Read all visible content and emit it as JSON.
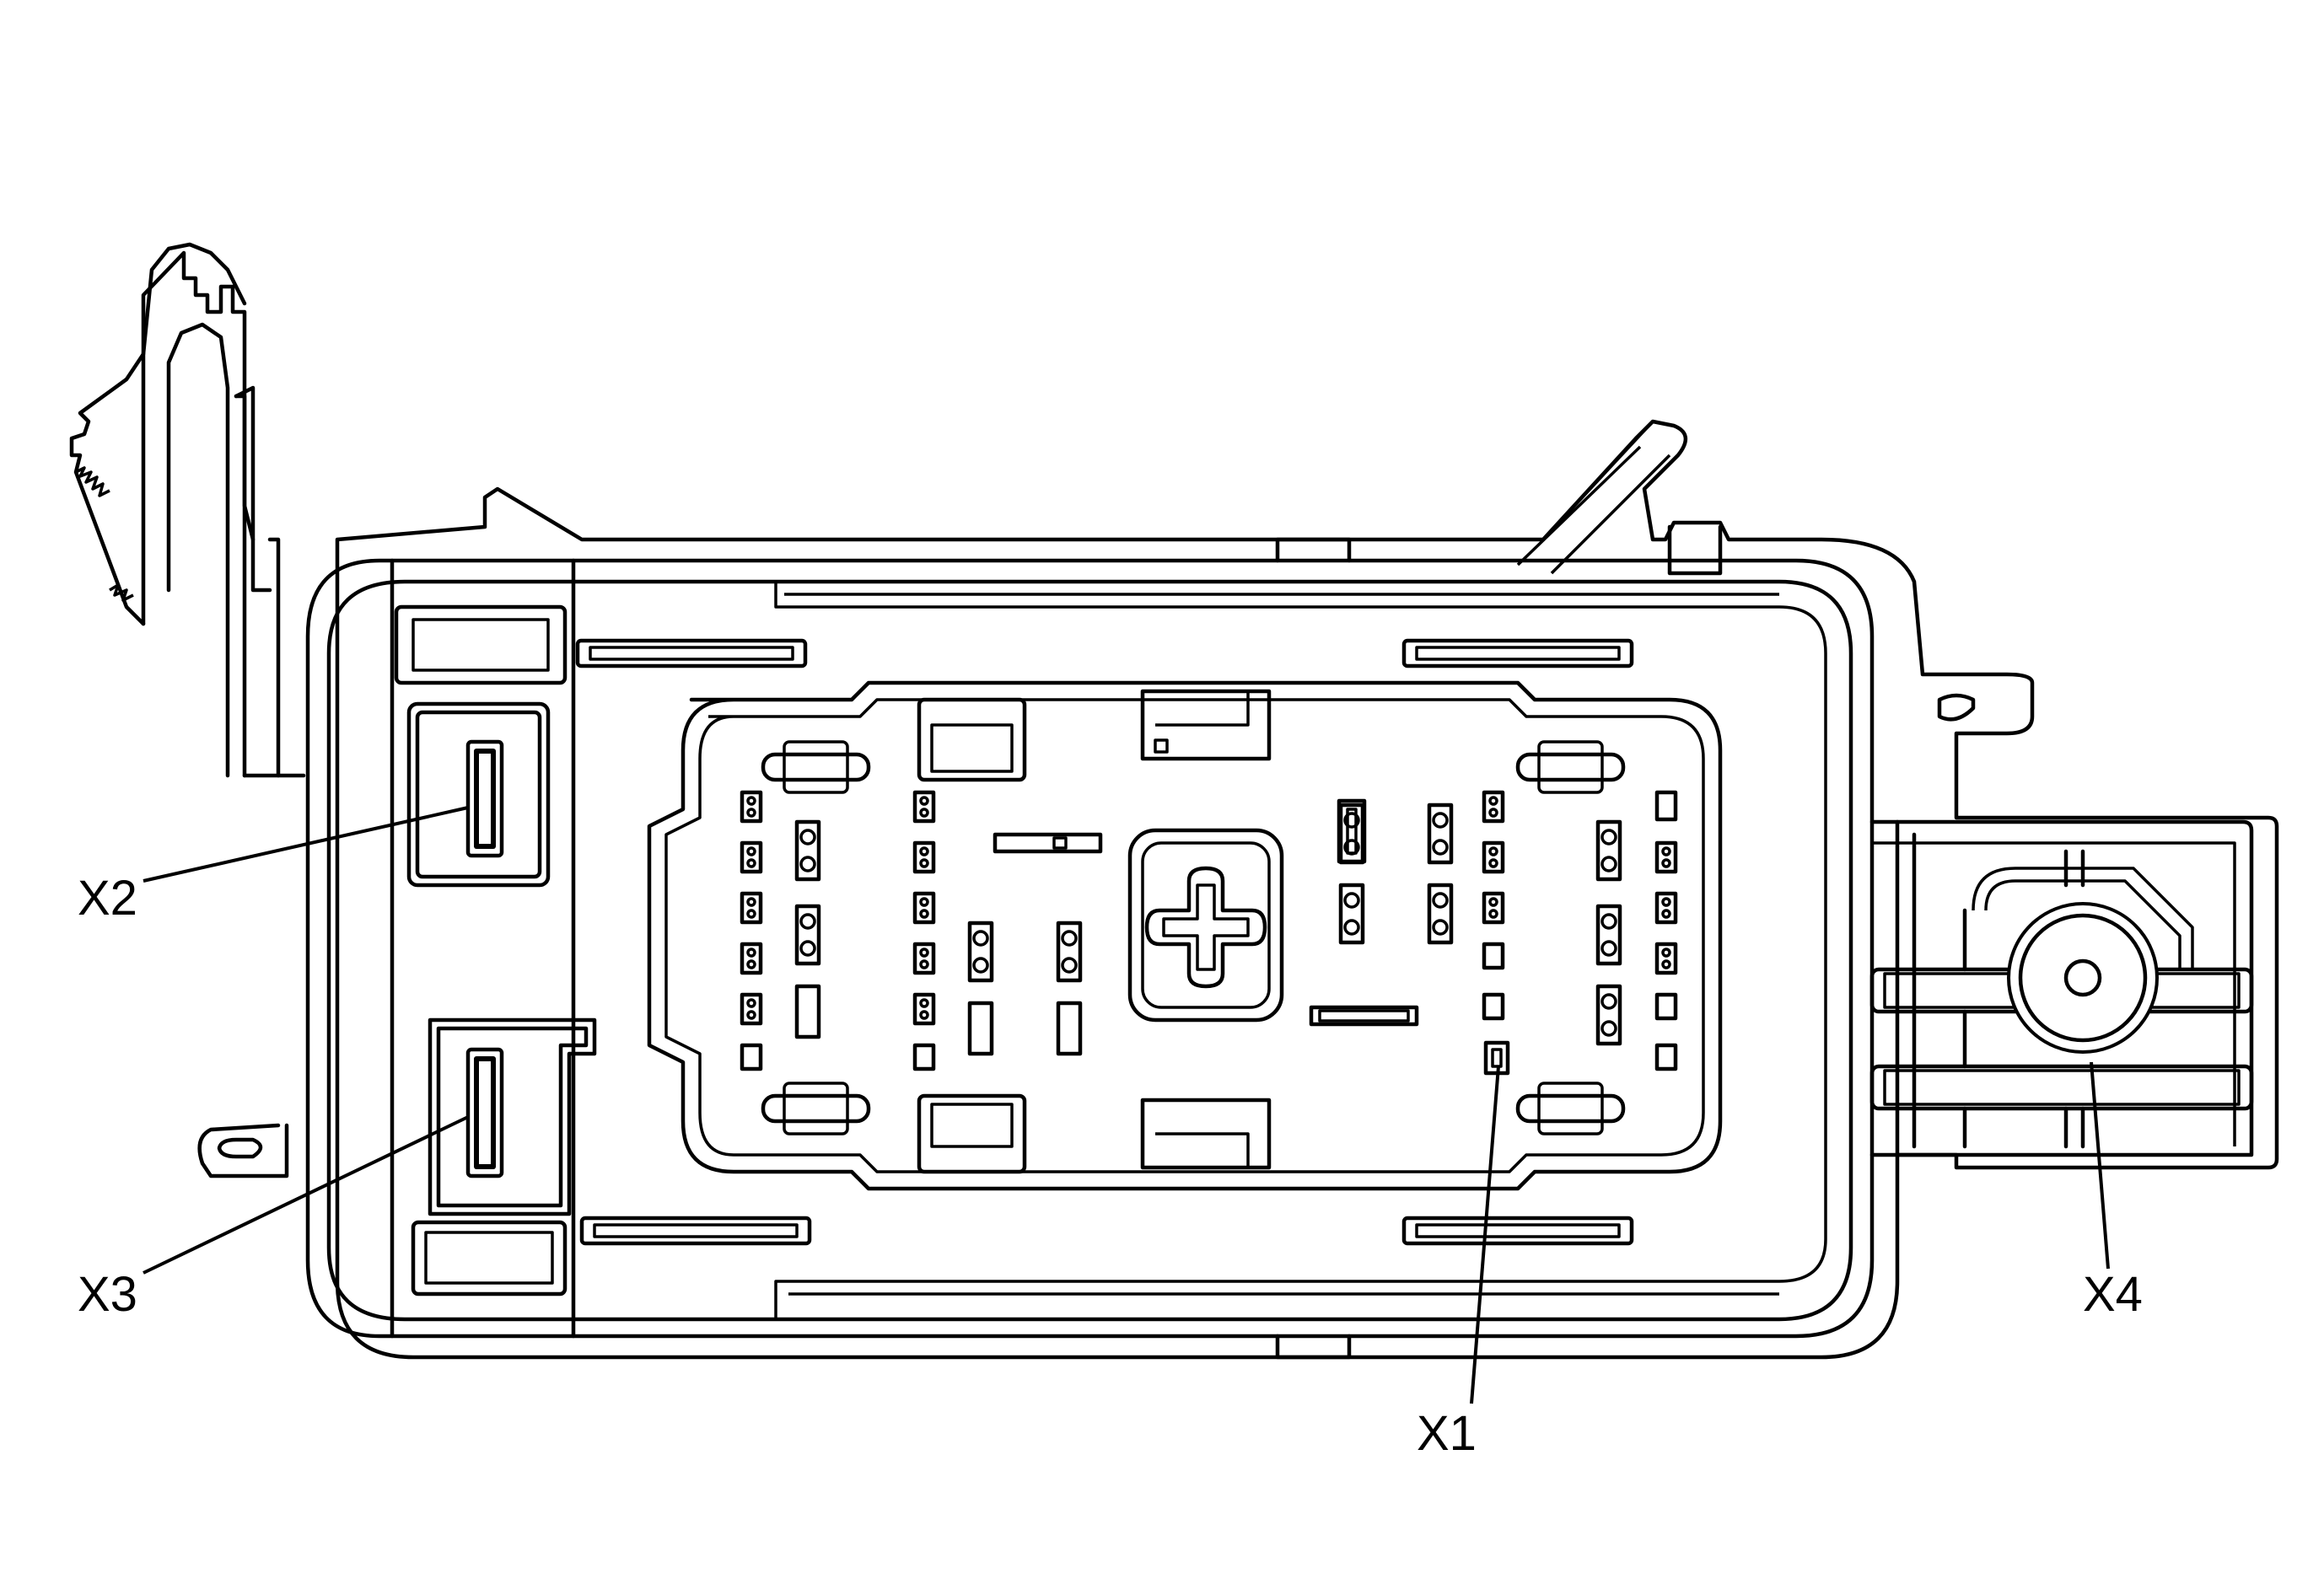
{
  "diagram": {
    "labels": {
      "x1": "X1",
      "x2": "X2",
      "x3": "X3",
      "x4": "X4"
    },
    "colors": {
      "line": "#000000",
      "background": "#ffffff"
    }
  }
}
